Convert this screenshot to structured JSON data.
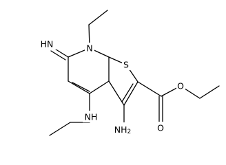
{
  "labels": {
    "imine": "HN",
    "ring_nitrogen": "N",
    "sulfur": "S",
    "amine_nh": "NH",
    "amino": "NH",
    "amino_sub": "2",
    "ester_oxygen": "O",
    "carbonyl_oxygen": "O"
  }
}
